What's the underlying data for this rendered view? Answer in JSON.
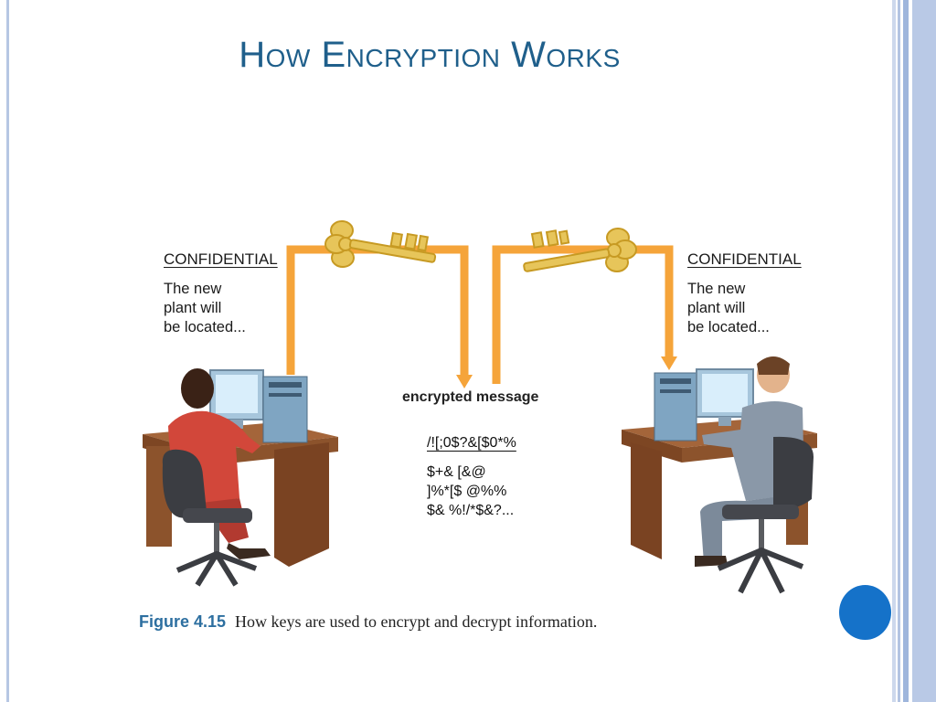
{
  "slide": {
    "title": "How Encryption Works"
  },
  "sender": {
    "heading": "CONFIDENTIAL",
    "message": "The new\nplant will\nbe located..."
  },
  "receiver": {
    "heading": "CONFIDENTIAL",
    "message": "The new\nplant will\nbe located..."
  },
  "transit": {
    "label": "encrypted message",
    "cipher_line1": "/![;0$?&[$0*%",
    "cipher_rest": "$+& [&@\n]%*[$ @%%\n$& %!/*$&?..."
  },
  "caption": {
    "figure": "Figure 4.15",
    "text": "How keys are used to encrypt and decrypt information."
  },
  "colors": {
    "title": "#1f5f8b",
    "arrow": "#f5a43a",
    "key": "#e7c55a",
    "accent_dot": "#1572c9"
  }
}
